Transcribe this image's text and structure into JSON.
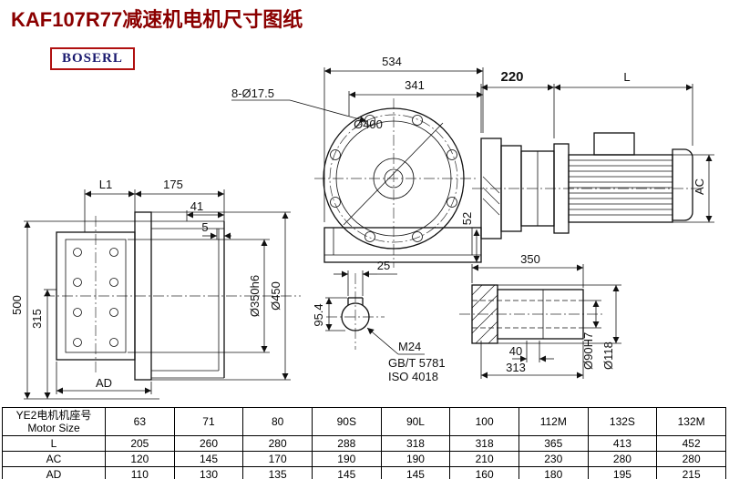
{
  "title": "KAF107R77减速机电机尺寸图纸",
  "logo": "BOSERL",
  "dims": {
    "w534": "534",
    "w341": "341",
    "bolts": "8-Ø17.5",
    "flange": "Ø400",
    "m220": "220",
    "mL": "L",
    "mAC": "AC",
    "l_L1": "L1",
    "l_175": "175",
    "l_41": "41",
    "l_5": "5",
    "l_500": "500",
    "l_315": "315",
    "l_350": "Ø350h6",
    "l_450": "Ø450",
    "l_AD": "AD",
    "f_52": "52",
    "b_25": "25",
    "b_954": "95.4",
    "b_M24": "M24",
    "b_GBT": "GB/T 5781",
    "b_ISO": "ISO 4018",
    "s_350": "350",
    "s_40": "40",
    "s_313": "313",
    "s_90": "Ø90H7",
    "s_118": "Ø118"
  },
  "table": {
    "header_cn": "YE2电机机座号",
    "header_en": "Motor Size",
    "columns": [
      "63",
      "71",
      "80",
      "90S",
      "90L",
      "100",
      "112M",
      "132S",
      "132M"
    ],
    "rows": [
      {
        "label": "L",
        "values": [
          "205",
          "260",
          "280",
          "288",
          "318",
          "318",
          "365",
          "413",
          "452"
        ]
      },
      {
        "label": "AC",
        "values": [
          "120",
          "145",
          "170",
          "190",
          "190",
          "210",
          "230",
          "280",
          "280"
        ]
      },
      {
        "label": "AD",
        "values": [
          "110",
          "130",
          "135",
          "145",
          "145",
          "160",
          "180",
          "195",
          "215"
        ]
      }
    ]
  }
}
